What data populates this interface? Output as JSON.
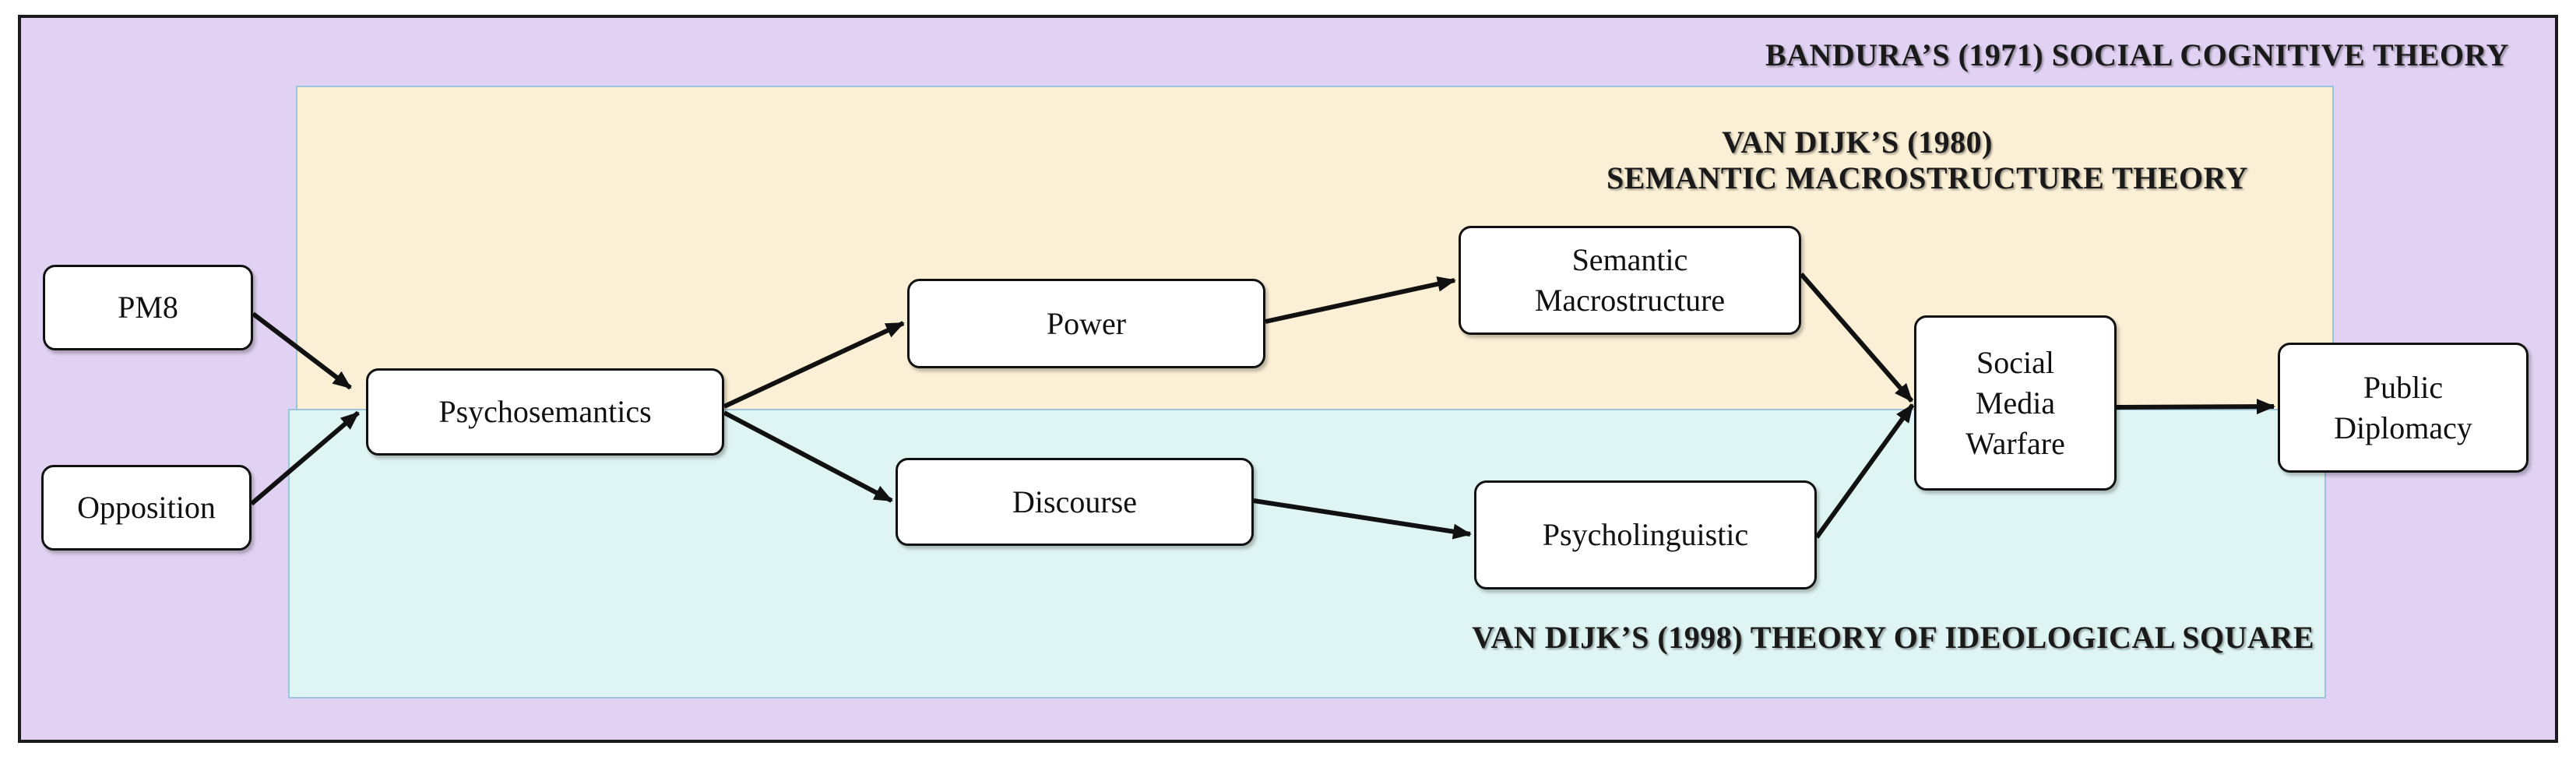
{
  "theories": {
    "bandura": "BANDURA’S (1971) SOCIAL COGNITIVE THEORY",
    "semantic_line1": "VAN DIJK’S (1980)",
    "semantic_line2": "SEMANTIC MACROSTRUCTURE  THEORY",
    "ideological": "VAN DIJK’S (1998) THEORY OF IDEOLOGICAL SQUARE"
  },
  "nodes": {
    "pm8": "PM8",
    "opposition": "Opposition",
    "psychosemantics": "Psychosemantics",
    "power": "Power",
    "discourse": "Discourse",
    "semantic_macrostructure": "Semantic\nMacrostructure",
    "psycholinguistic": "Psycholinguistic",
    "social_media_warfare": "Social\nMedia\nWarfare",
    "public_diplomacy": "Public\nDiplomacy"
  },
  "colors": {
    "outer_background": "#e1d1f2",
    "top_band": "#fbf0d6",
    "bottom_band": "#dff5f3",
    "band_border": "#9ec3dc",
    "arrow": "#111111"
  }
}
